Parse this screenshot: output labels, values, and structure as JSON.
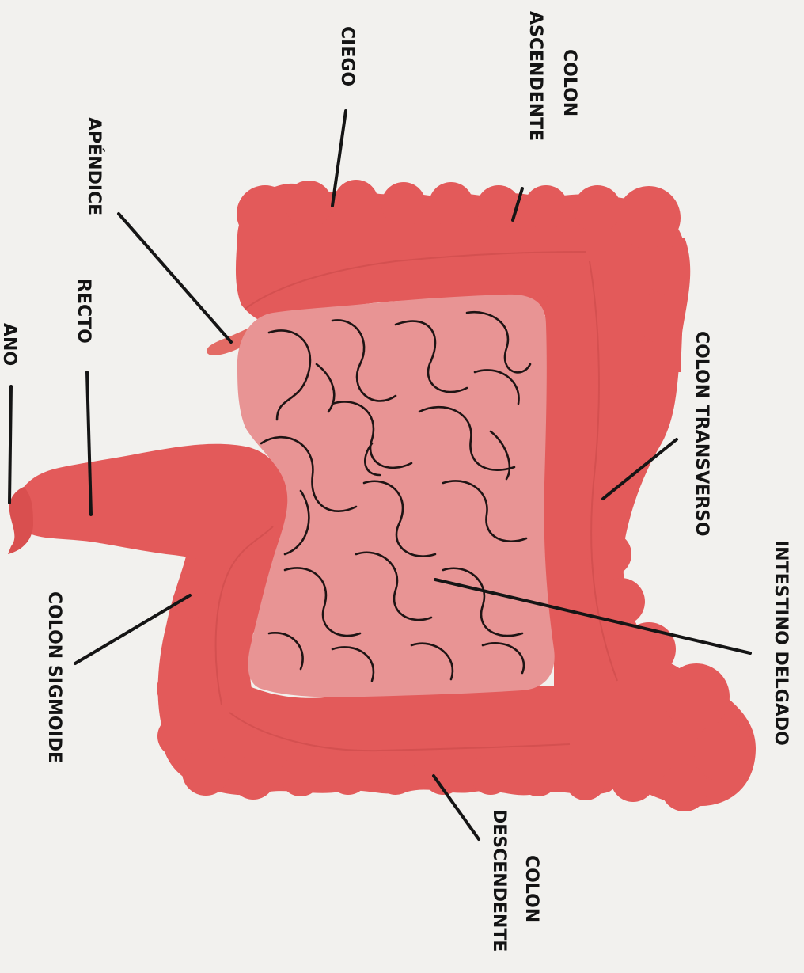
{
  "diagram": {
    "labels": {
      "ciego": "CIEGO",
      "colon_ascendente_1": "COLON",
      "colon_ascendente_2": "ASCENDENTE",
      "apendice": "APÉNDICE",
      "recto": "RECTO",
      "ano": "ANO",
      "colon_transverso": "COLON TRANSVERSO",
      "intestino_delgado": "INTESTINO DELGADO",
      "colon_sigmoide": "COLON SIGMOIDE",
      "colon_descendente_1": "COLON",
      "colon_descendente_2": "DESCENDENTE"
    },
    "colors": {
      "large_intestine": "#e35a5a",
      "small_intestine": "#e89494",
      "ink": "#141414",
      "paper": "#f2f1ee"
    },
    "orientation": "rotated 90° clockwise"
  }
}
